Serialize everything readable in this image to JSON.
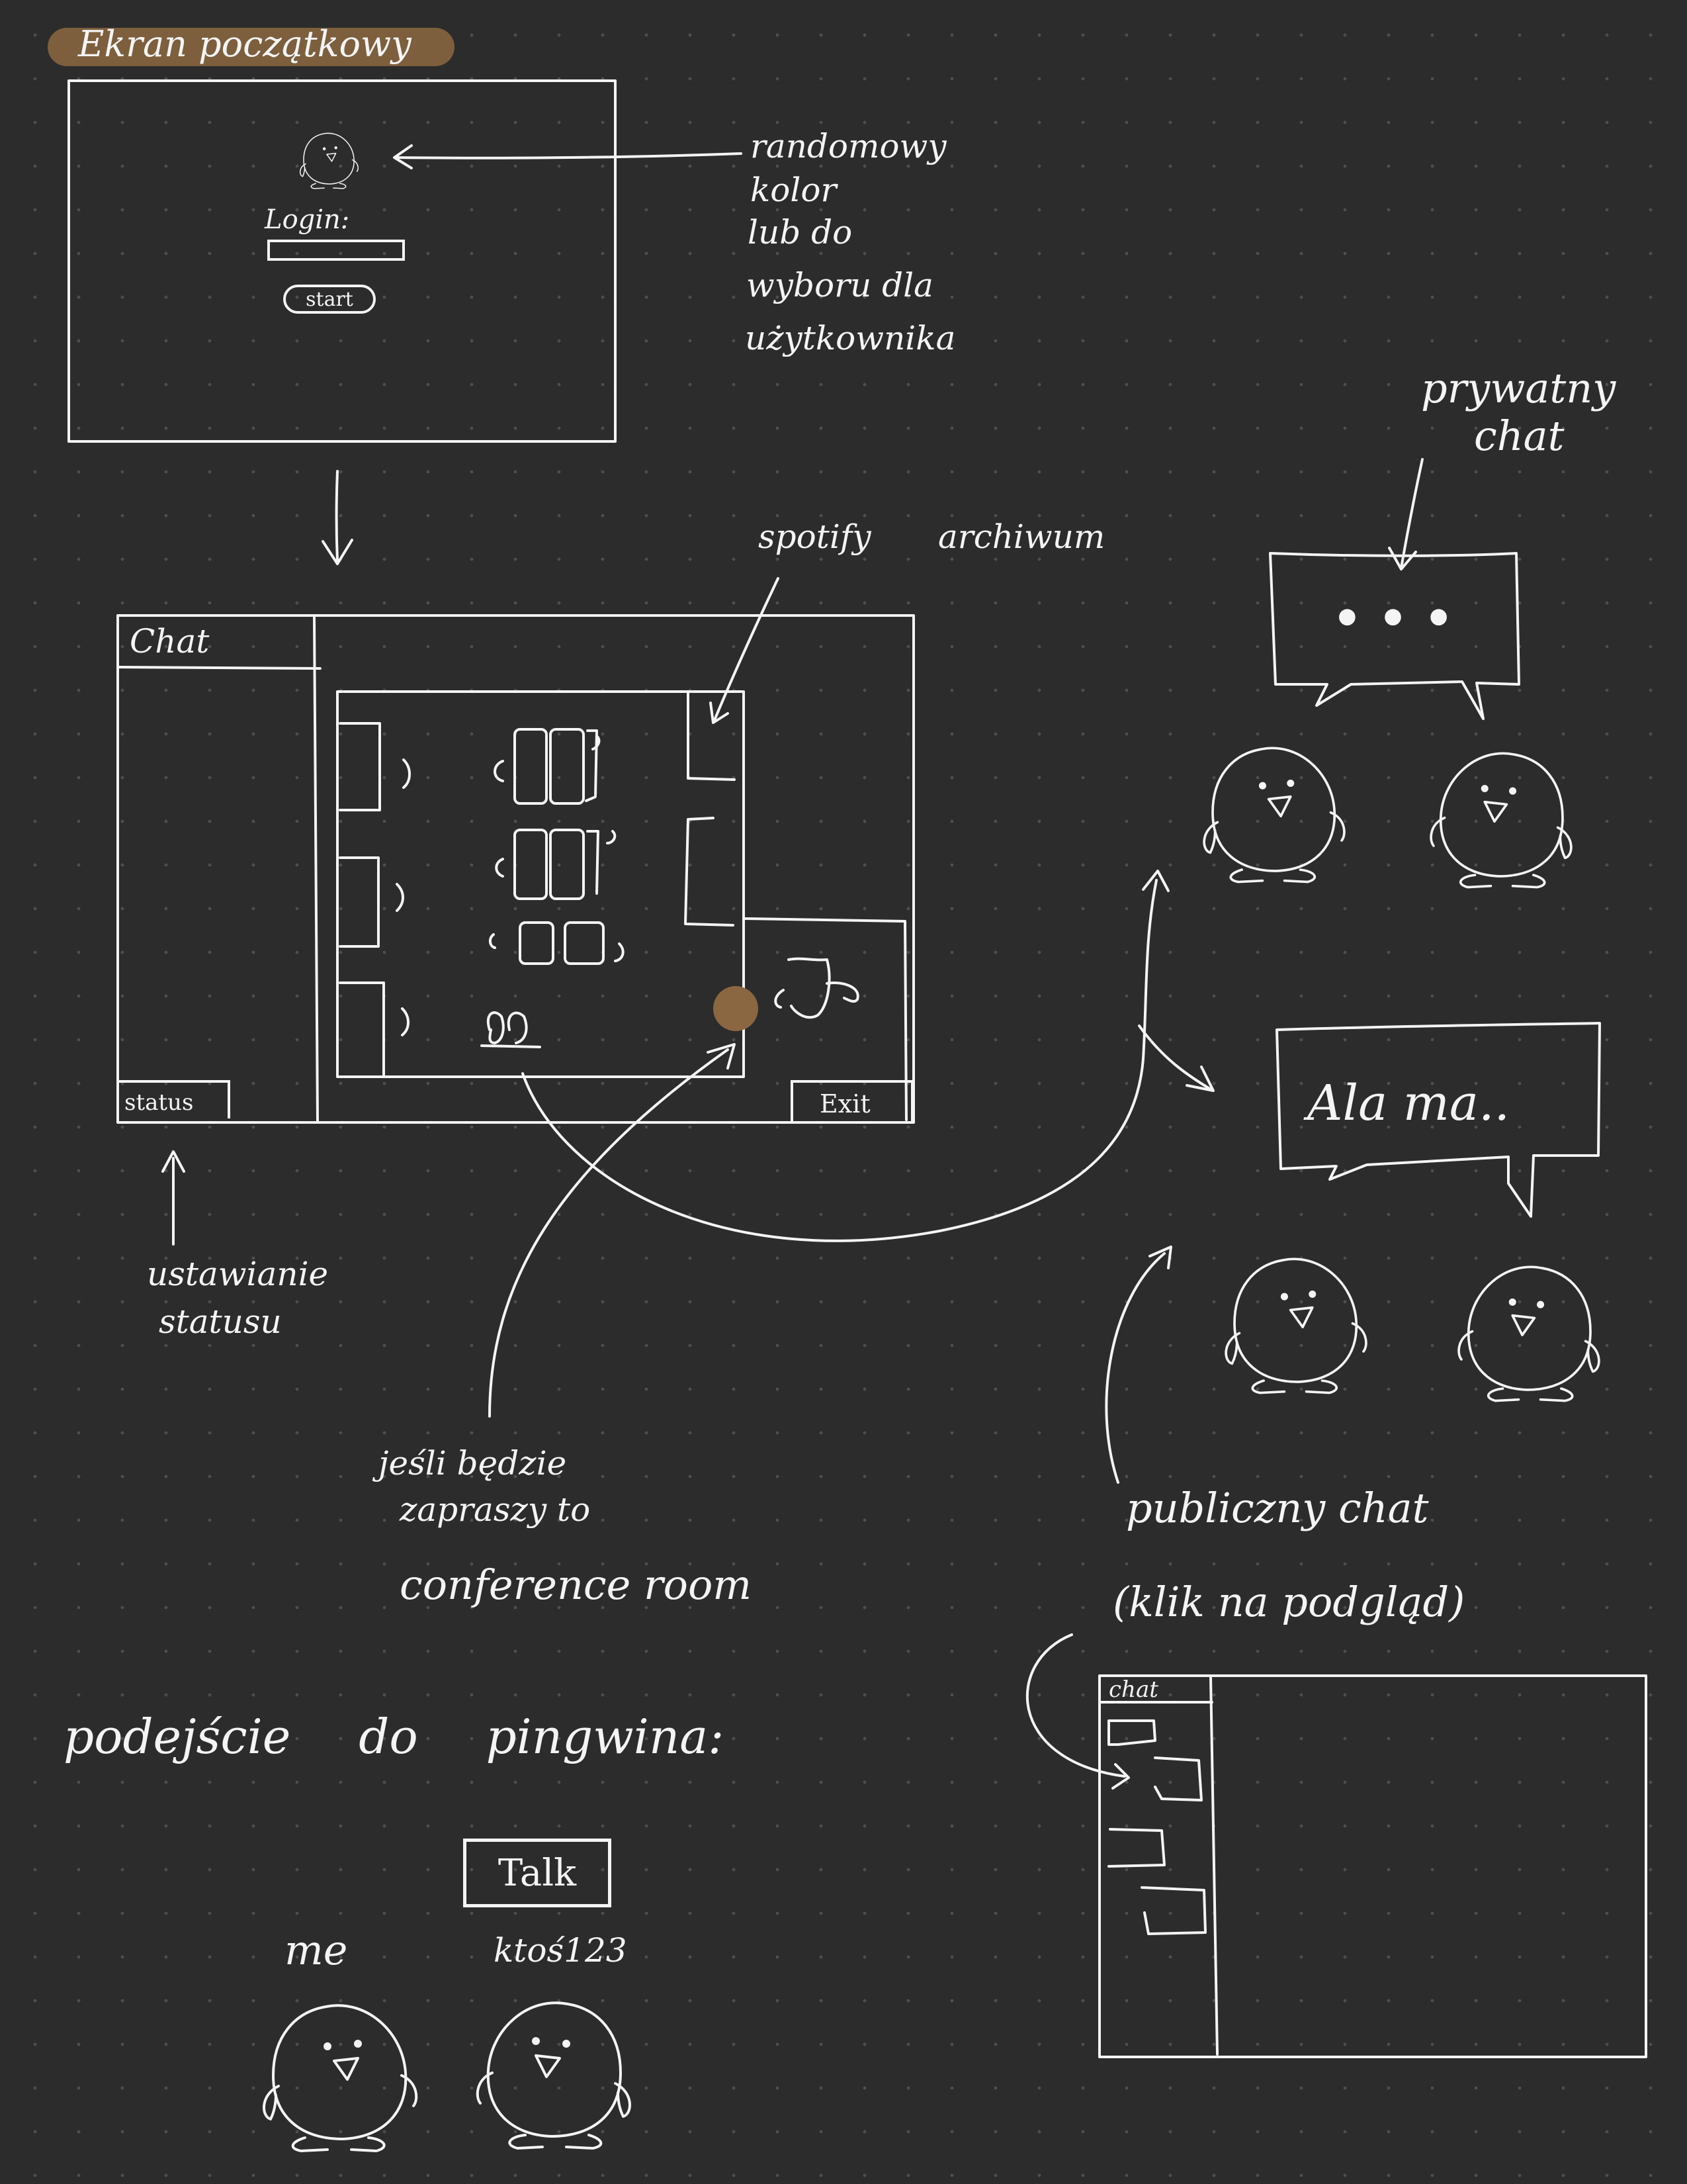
{
  "title": "Ekran początkowy",
  "start_screen": {
    "login_label": "Login:",
    "start_button": "start"
  },
  "notes": {
    "avatar_color": [
      "randomowy",
      "kolor",
      "lub do",
      "wyboru dla",
      "użytkownika"
    ],
    "spotify": "spotify",
    "archive": "archiwum",
    "status_setting": [
      "ustawianie",
      "statusu"
    ],
    "conference": [
      "jeśli będzie",
      "zapraszy to",
      "conference room"
    ],
    "private_chat": [
      "prywatny",
      "chat"
    ],
    "public_chat": [
      "publiczny chat",
      "(klik na podgląd)"
    ],
    "approach": "podejście do pingwina:"
  },
  "main_screen": {
    "chat_label": "Chat",
    "status_button": "status",
    "exit_button": "Exit"
  },
  "bubbles": {
    "private": "• • •",
    "public": "Ala ma.."
  },
  "interaction": {
    "talk_button": "Talk",
    "me_label": "me",
    "other_label": "ktoś123"
  },
  "mini_chat": {
    "label": "chat"
  }
}
